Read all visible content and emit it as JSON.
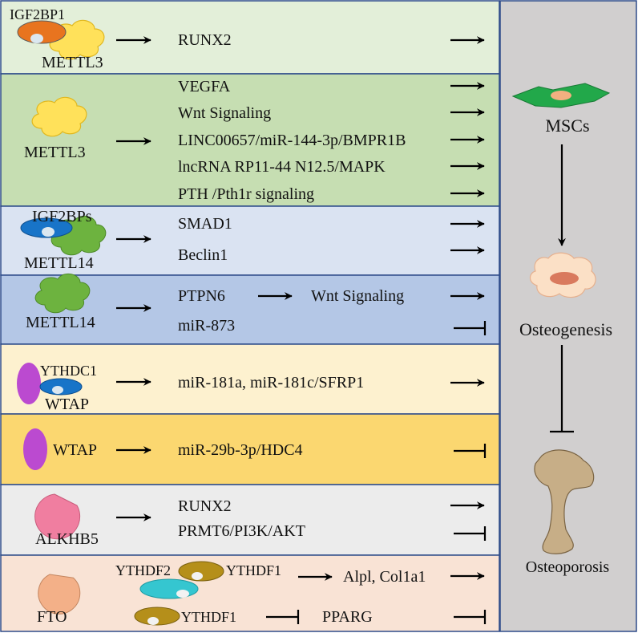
{
  "colors": {
    "row_light_green": "#e3efd9",
    "row_green": "#c6deb2",
    "row_light_blue": "#dae3f2",
    "row_blue": "#b4c7e6",
    "row_light_yellow": "#fdf1cf",
    "row_yellow": "#fbd770",
    "row_grey": "#ececec",
    "row_peach": "#f9e3d5",
    "right_panel": "#d1cfcf",
    "border": "#2e4c8a",
    "mettl3_yellow": "#ffe15a",
    "mettl14_green": "#6db33f",
    "igf2bp_blue": "#1874c8",
    "wtap_purple": "#bb4ad0",
    "alkhb5_pink": "#f07ea0",
    "fto_orange": "#f3b088",
    "ythdf_gold": "#b58f1a",
    "ythdf2_cyan": "#35c6d0",
    "mscs_green": "#22a84a",
    "igf2bp1_orange": "#e8741f"
  },
  "rows": {
    "r1": {
      "writers": [
        "IGF2BP1",
        "METTL3"
      ],
      "targets": [
        "RUNX2"
      ],
      "effects": [
        "promote"
      ]
    },
    "r2": {
      "writers": [
        "METTL3"
      ],
      "targets": [
        "VEGFA",
        "Wnt Signaling",
        "LINC00657/miR-144-3p/BMPR1B",
        "lncRNA RP11-44 N12.5/MAPK",
        "PTH /Pth1r signaling"
      ],
      "effects": [
        "promote",
        "promote",
        "promote",
        "promote",
        "promote"
      ]
    },
    "r3": {
      "writers": [
        "IGF2BPs",
        "METTL14"
      ],
      "targets": [
        "SMAD1",
        "Beclin1"
      ],
      "effects": [
        "promote",
        "promote"
      ]
    },
    "r4": {
      "writers": [
        "METTL14"
      ],
      "targets": [
        "PTPN6",
        "Wnt Signaling",
        "miR-873"
      ],
      "effects": [
        "promote",
        "inhibit"
      ]
    },
    "r5": {
      "writers": [
        "YTHDC1",
        "WTAP"
      ],
      "targets": [
        "miR-181a, miR-181c/SFRP1"
      ],
      "effects": [
        "promote"
      ]
    },
    "r6": {
      "writers": [
        "WTAP"
      ],
      "targets": [
        "miR-29b-3p/HDC4"
      ],
      "effects": [
        "inhibit"
      ]
    },
    "r7": {
      "writers": [
        "ALKHB5"
      ],
      "targets": [
        "RUNX2",
        "PRMT6/PI3K/AKT"
      ],
      "effects": [
        "promote",
        "inhibit"
      ]
    },
    "r8": {
      "writers": [
        "FTO",
        "YTHDF2",
        "YTHDF1",
        "YTHDF1"
      ],
      "targets": [
        "Alpl, Col1a1",
        "PPARG"
      ],
      "effects": [
        "promote",
        "inhibit"
      ]
    }
  },
  "right": {
    "mscs": "MSCs",
    "osteogenesis": "Osteogenesis",
    "osteoporosis": "Osteoporosis"
  }
}
